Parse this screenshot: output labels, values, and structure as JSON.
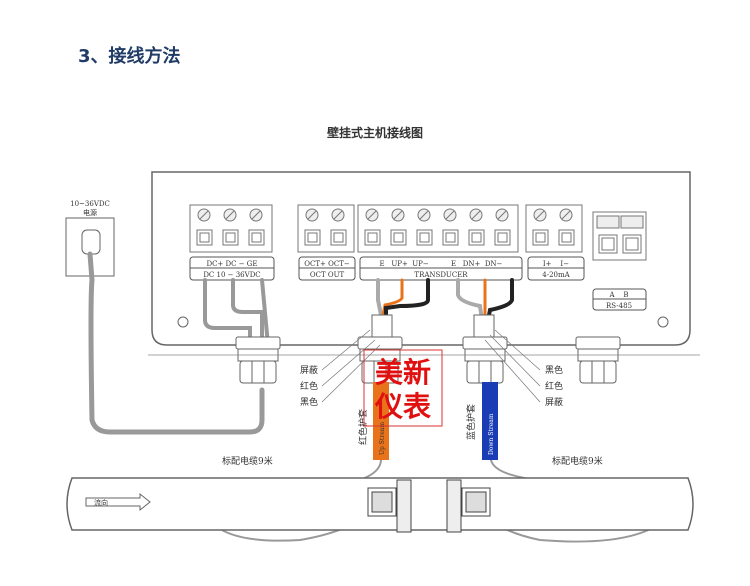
{
  "title": "3、接线方法",
  "subtitle": "壁挂式主机接线图",
  "power": {
    "voltage": "10~36VDC",
    "label": "电源"
  },
  "terminals": {
    "dc": {
      "top": "DC+  DC   −  GE",
      "bottom": "DC  10 − 36VDC"
    },
    "oct": {
      "top": "OCT+ OCT−",
      "bottom": "OCT OUT"
    },
    "transducer": {
      "top": "E   UP+  UP−          E   DN+  DN−",
      "bottom": "TRANSDUCER"
    },
    "current": {
      "top": "I+    I−",
      "bottom": "4-20mA"
    },
    "rs485": {
      "top": "A    B",
      "bottom": "RS-485"
    }
  },
  "left_wires": [
    "屏蔽",
    "红色",
    "黑色"
  ],
  "right_wires": [
    "黑色",
    "红色",
    "屏蔽"
  ],
  "sleeves": {
    "red_label": "红色护套",
    "blue_label": "蓝色护套",
    "up": "Up Stream",
    "down": "Down Stream",
    "up_color": "#e8731a",
    "down_color": "#1a3db5"
  },
  "cable_left": "标配电缆9米",
  "cable_right": "标配电缆9米",
  "flow": "流向",
  "watermark": "美新仪表"
}
